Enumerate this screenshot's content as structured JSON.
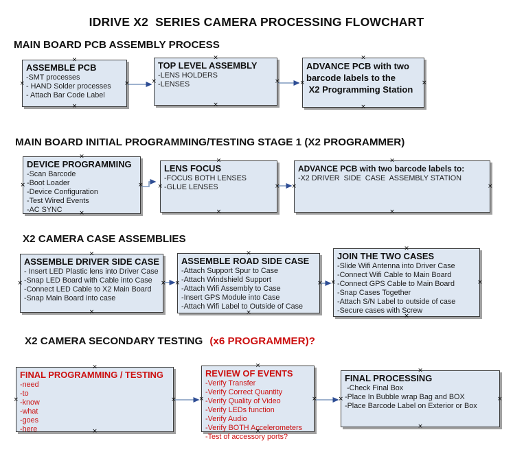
{
  "title": "IDRIVE X2  SERIES CAMERA PROCESSING FLOWCHART",
  "handle_glyph": "×",
  "colors": {
    "background": "#ffffff",
    "box_fill": "#dee7f2",
    "box_border": "#3d3d3d",
    "box_shadow": "#a0a0a0",
    "connector_line": "#7e99bd",
    "connector_arrow": "#2e4d94",
    "red": "#cc1111",
    "text": "#1c1c1c",
    "heading": "#111111"
  },
  "sections": [
    {
      "heading": "MAIN BOARD PCB ASSEMBLY PROCESS",
      "boxes": [
        {
          "title": "ASSEMBLE PCB",
          "items": [
            "-SMT processes",
            "- HAND Solder processes",
            "- Attach Bar Code Label"
          ]
        },
        {
          "title": "TOP LEVEL ASSEMBLY",
          "items": [
            "-LENS HOLDERS",
            "-LENSES"
          ]
        },
        {
          "title": "",
          "items": [
            "ADVANCE PCB with two",
            "barcode labels to the",
            " X2 Programming Station"
          ]
        }
      ]
    },
    {
      "heading": "MAIN BOARD INITIAL PROGRAMMING/TESTING STAGE 1 (X2 PROGRAMMER)",
      "boxes": [
        {
          "title": "DEVICE PROGRAMMING",
          "items": [
            "-Scan Barcode",
            "-Boot Loader",
            "-Device Configuration",
            "-Test Wired Events",
            "-AC SYNC"
          ]
        },
        {
          "title": "LENS FOCUS",
          "items": [
            "-FOCUS BOTH LENSES",
            "-GLUE LENSES"
          ]
        },
        {
          "title": "ADVANCE PCB with two barcode labels to:",
          "items": [
            "-X2 DRIVER  SIDE  CASE  ASSEMBLY STATION"
          ]
        }
      ]
    },
    {
      "heading": "X2 CAMERA CASE ASSEMBLIES",
      "boxes": [
        {
          "title": "ASSEMBLE DRIVER SIDE CASE",
          "items": [
            "- Insert LED Plastic lens into Driver Case",
            "-Snap LED Board with Cable into Case",
            "-Connect LED Cable to X2 Main Board",
            "-Snap Main Board into case"
          ]
        },
        {
          "title": "ASSEMBLE ROAD SIDE CASE",
          "items": [
            "-Attach Support Spur to Case",
            "-Attach Windshield Support",
            "-Attach Wifi Assembly to Case",
            "-Insert GPS Module into Case",
            "-Attach Wifi Label to Outside of Case"
          ]
        },
        {
          "title": "JOIN THE TWO CASES",
          "items": [
            "-Slide Wifi Antenna into Driver Case",
            "-Connect Wifi Cable to Main Board",
            "-Connect GPS Cable to Main Board",
            "-Snap Cases Together",
            "-Attach S/N Label to outside of case",
            "-Secure cases with Screw"
          ]
        }
      ]
    },
    {
      "heading": "X2 CAMERA SECONDARY TESTING",
      "heading_suffix": "(x6 PROGRAMMER)?",
      "boxes": [
        {
          "title": "FINAL PROGRAMMING / TESTING",
          "items": [
            "-need",
            "-to",
            "-know",
            "-what",
            "-goes",
            "-here"
          ]
        },
        {
          "title": "REVIEW OF EVENTS",
          "items": [
            "-Verify Transfer",
            "-Verify Correct Quantity",
            "-Verify Quality of Video",
            "-Verify LEDs function",
            "-Verify Audio",
            "-Verify BOTH Accelerometers",
            "-Test of accessory ports?"
          ]
        },
        {
          "title": "FINAL PROCESSING",
          "items": [
            " -Check Final Box",
            "-Place In Bubble wrap Bag and BOX",
            "-Place Barcode Label on Exterior or Box"
          ]
        }
      ]
    }
  ]
}
